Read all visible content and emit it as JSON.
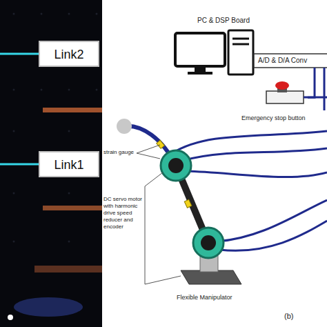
{
  "diagram": {
    "nodes": [
      {
        "text": [
          "Link2"
        ]
      },
      {
        "text": [
          "Link1"
        ]
      },
      {
        "text": [
          "PC & DSP Board"
        ]
      },
      {
        "text": [
          "A/D & D/A Conv"
        ]
      },
      {
        "text": [
          "Emergency stop button"
        ]
      }
    ],
    "edges": [
      {
        "from": 2,
        "to": 3,
        "arrow": "none"
      },
      {
        "from": 3,
        "to": 4,
        "arrow": "none"
      }
    ],
    "labels": [
      "strain gauge",
      "DC servo motor with harmonic drive speed reducer and encoder",
      "Flexible Manipulator",
      "(b)"
    ]
  }
}
